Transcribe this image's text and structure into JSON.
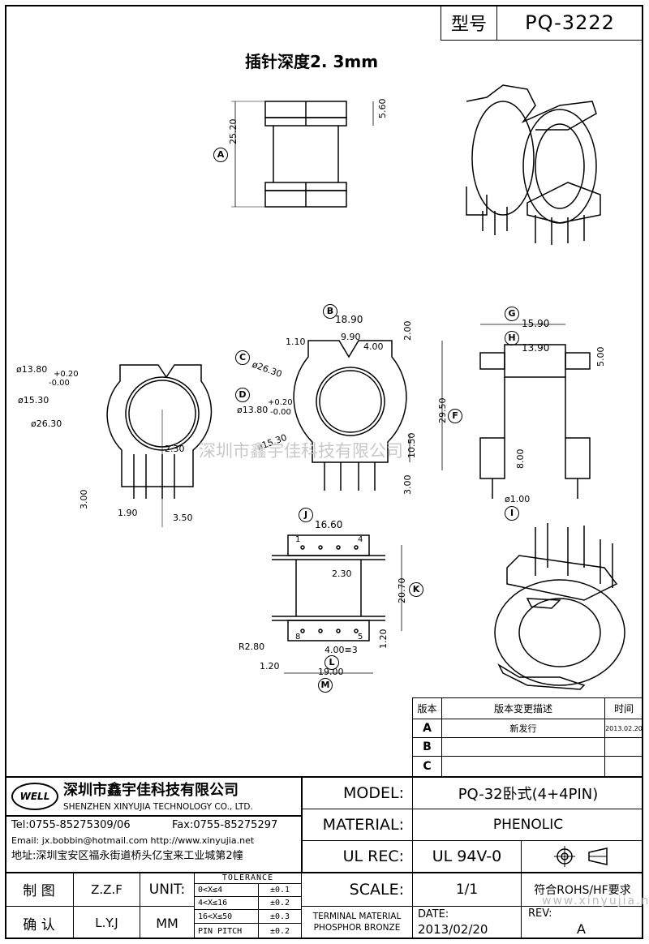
{
  "header": {
    "model_label": "型号",
    "model_value": "PQ-3222"
  },
  "pin_depth_note": "插针深度2. 3mm",
  "dimensions": {
    "a_height": "25.20",
    "a_top": "5.60",
    "b_width": "18.90",
    "b_inner": "9.90",
    "b_slot": "4.00",
    "b_left": "1.10",
    "b_right": "2.00",
    "c_dia": "ø26.30",
    "d_dia": "ø13.80",
    "d_tol_plus": "+0.20",
    "d_tol_minus": "-0.00",
    "d_dia2": "ø15.30",
    "f_height": "29.50",
    "pin_len": "3.00",
    "pin_h": "10.50",
    "left_dia1": "ø13.80",
    "left_tol_plus": "+0.20",
    "left_tol_minus": "-0.00",
    "left_dia2": "ø15.30",
    "left_dia3": "ø26.30",
    "left_pitch": "2.30",
    "left_pin": "3.00",
    "left_a": "1.90",
    "left_b": "3.50",
    "g_width": "15.90",
    "h_width": "13.90",
    "g_top": "5.00",
    "g_pin": "8.00",
    "i_dia": "ø1.00",
    "j_width": "16.60",
    "j_pitch": "2.30",
    "k_height": "20.70",
    "k_bottom": "1.20",
    "radius": "R2.80",
    "pitch3": "4.00≡3",
    "bottom_left": "1.20",
    "m_width": "19.00",
    "pin_1": "1",
    "pin_4": "4",
    "pin_8": "8",
    "pin_5": "5"
  },
  "circle_labels": [
    "A",
    "B",
    "C",
    "D",
    "F",
    "G",
    "H",
    "I",
    "J",
    "K",
    "L",
    "M"
  ],
  "watermark": "深圳市鑫宇佳科技有限公司",
  "revision_table": {
    "col_version": "版本",
    "col_desc": "版本变更描述",
    "col_time": "时间",
    "rows": [
      {
        "version": "A",
        "desc": "新发行",
        "time": "2013.02.20"
      },
      {
        "version": "B",
        "desc": "",
        "time": ""
      },
      {
        "version": "C",
        "desc": "",
        "time": ""
      }
    ]
  },
  "company": {
    "logo_text": "WELL",
    "name_cn": "深圳市鑫宇佳科技有限公司",
    "name_en": "SHENZHEN XINYUJIA TECHNOLOGY CO., LTD.",
    "tel": "Tel:0755-85275309/06",
    "fax": "Fax:0755-85275297",
    "email": "Email: jx.bobbin@hotmail.com http://www.xinyujia.net",
    "address": "地址:深圳宝安区福永街道桥头亿宝来工业城第2幢"
  },
  "title_block": {
    "model_label": "MODEL:",
    "model_value": "PQ-32卧式(4+4PIN)",
    "material_label": "MATERIAL:",
    "material_value": "PHENOLIC",
    "ulrec_label": "UL REC:",
    "ulrec_value": "UL 94V-0",
    "scale_label": "SCALE:",
    "scale_value": "1/1",
    "rohs": "符合ROHS/HF要求",
    "terminal_label": "TERMINAL MATERIAL",
    "terminal_value": "PHOSPHOR BRONZE",
    "date_label": "DATE:",
    "date_value": "2013/02/20",
    "rev_label": "REV:",
    "rev_value": "A",
    "drawn_label": "制 图",
    "drawn_value": "Z.Z.F",
    "check_label": "确 认",
    "check_value": "L.Y.J",
    "unit_label": "UNIT:",
    "unit_value": "MM",
    "tolerance_label": "TOLERANCE",
    "tol_rows": [
      {
        "range": "0<X≤4",
        "tol": "±0.1"
      },
      {
        "range": "4<X≤16",
        "tol": "±0.2"
      },
      {
        "range": "16<X≤50",
        "tol": "±0.3"
      },
      {
        "range": "PIN PITCH",
        "tol": "±0.2"
      }
    ],
    "site_watermark": "www.xinyujia.net"
  }
}
